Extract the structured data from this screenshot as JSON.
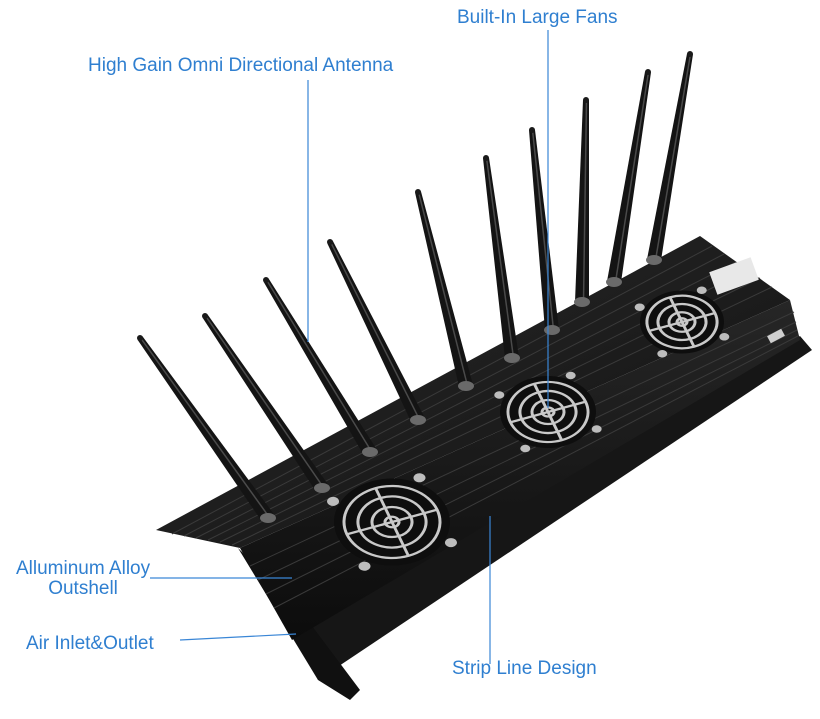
{
  "labels": {
    "fans": "Built-In Large Fans",
    "antenna": "High Gain Omni Directional Antenna",
    "alloy_line1": "Alluminum Alloy",
    "alloy_line2": "Outshell",
    "air": "Air Inlet&Outlet",
    "strip": "Strip Line Design"
  },
  "colors": {
    "label": "#2f7fd0",
    "leader": "#3a86d6",
    "body": "#1b1b1b",
    "fan_guard": "#c9c9c9"
  },
  "product": {
    "antenna_count": 10,
    "fan_count": 3
  }
}
